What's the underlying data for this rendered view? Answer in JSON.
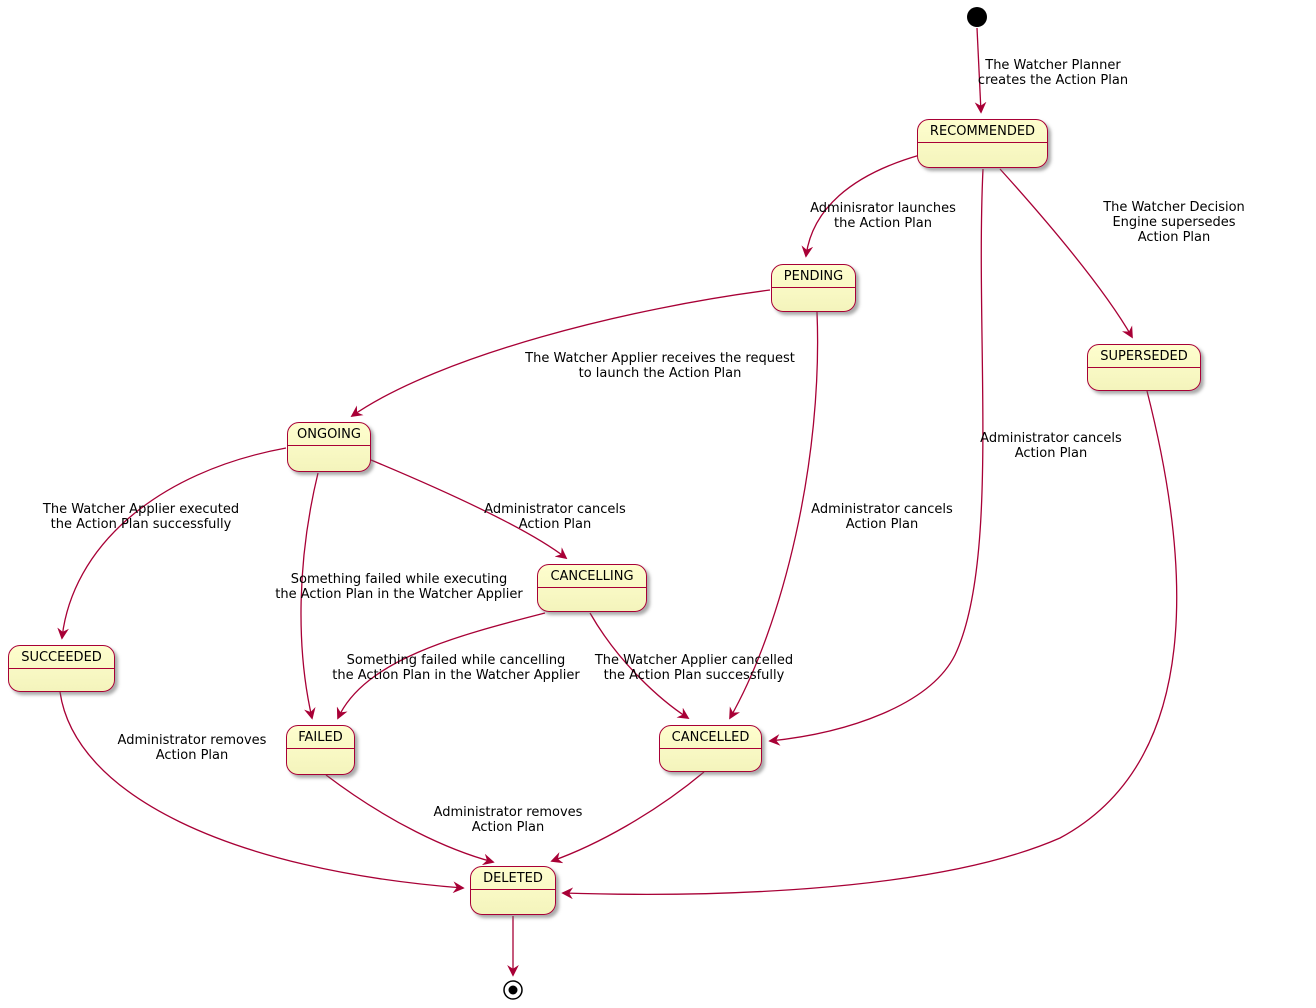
{
  "diagram": {
    "type": "state-diagram",
    "states": {
      "recommended": "RECOMMENDED",
      "pending": "PENDING",
      "superseded": "SUPERSEDED",
      "ongoing": "ONGOING",
      "cancelling": "CANCELLING",
      "succeeded": "SUCCEEDED",
      "failed": "FAILED",
      "cancelled": "CANCELLED",
      "deleted": "DELETED"
    },
    "transitions": {
      "planner_creates": "The Watcher Planner\ncreates the Action Plan",
      "admin_launches": "Adminisrator launches\nthe Action Plan",
      "engine_supersedes": "The Watcher Decision Engine supersedes\nAction Plan",
      "applier_receives": "The Watcher Applier receives the request\nto launch the Action Plan",
      "recommended_cancel": "Administrator cancels\nAction Plan",
      "pending_cancel": "Administrator cancels\nAction Plan",
      "applier_executed": "The Watcher Applier executed\nthe Action Plan successfully",
      "ongoing_cancel": "Administrator cancels\nAction Plan",
      "failed_executing": "Something failed while executing\nthe Action Plan in the Watcher Applier",
      "failed_cancelling": "Something failed while cancelling\nthe Action Plan in the Watcher Applier",
      "applier_cancelled": "The Watcher Applier cancelled\nthe Action Plan successfully",
      "succeeded_remove": "Administrator removes\nAction Plan",
      "failed_remove": "Administrator removes\nAction Plan"
    }
  },
  "colors": {
    "edge": "#a80036",
    "state_fill": "#fefece",
    "state_border": "#a80036",
    "text": "#000000",
    "bg": "#ffffff"
  }
}
